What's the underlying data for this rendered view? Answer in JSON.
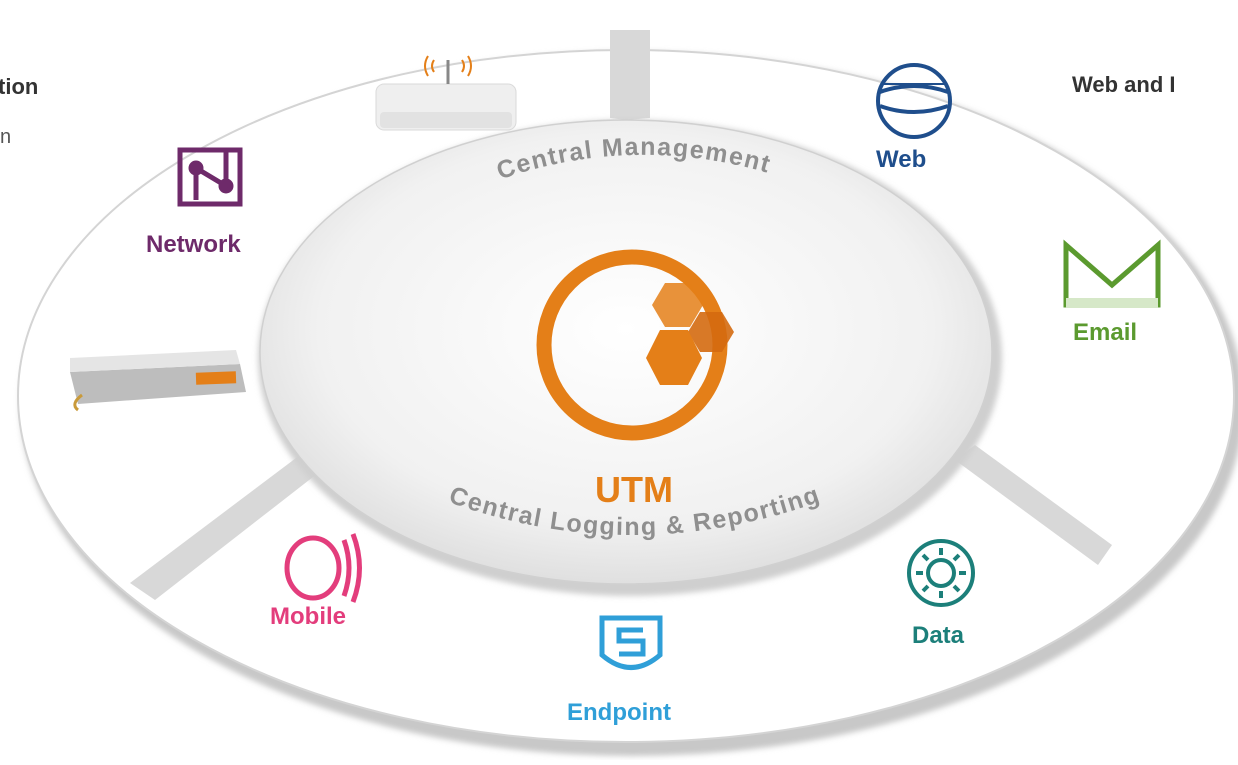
{
  "corner_left": {
    "title": "tion",
    "subtitle": "n"
  },
  "corner_right": {
    "title": "Web and I"
  },
  "center": {
    "top_arc": "Central Management",
    "bottom_arc": "Central Logging &  Reporting",
    "title": "UTM"
  },
  "modules": [
    {
      "label": "Network",
      "icon": "network-icon",
      "color": "#6e2a6a"
    },
    {
      "label": "Web",
      "icon": "web-globe-icon",
      "color": "#1f4e8c"
    },
    {
      "label": "Email",
      "icon": "email-icon",
      "color": "#5b9a2f"
    },
    {
      "label": "Mobile",
      "icon": "mobile-icon",
      "color": "#e33d7c"
    },
    {
      "label": "Endpoint",
      "icon": "endpoint-shield-icon",
      "color": "#2f9fd8"
    },
    {
      "label": "Data",
      "icon": "data-gear-icon",
      "color": "#1c7f7a"
    }
  ],
  "colors": {
    "utm_orange": "#e47f18",
    "arc_text": "#8f8f8f",
    "ring": "#d6d6d6"
  }
}
